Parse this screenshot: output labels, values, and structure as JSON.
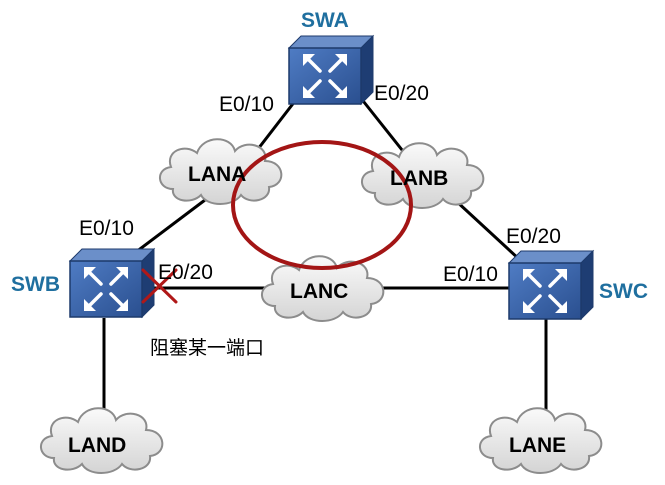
{
  "colors": {
    "switch_label": "#1f6f9f",
    "loop_ring": "#a31515",
    "block_mark": "#b01818",
    "link": "#000000",
    "switch_body": "#2d4f8c",
    "switch_face": "#3a63a8",
    "cloud_fill": "#e6e6e6",
    "cloud_stroke": "#8c8c8c"
  },
  "switches": {
    "swa": {
      "label": "SWA",
      "icon": "switch-icon"
    },
    "swb": {
      "label": "SWB",
      "icon": "switch-icon"
    },
    "swc": {
      "label": "SWC",
      "icon": "switch-icon"
    }
  },
  "lans": {
    "lana": "LANA",
    "lanb": "LANB",
    "lanc": "LANC",
    "land": "LAND",
    "lane": "LANE"
  },
  "ports": {
    "swa_left": "E0/10",
    "swa_right": "E0/20",
    "swb_top": "E0/10",
    "swb_right": "E0/20",
    "swc_top": "E0/20",
    "swc_left": "E0/10"
  },
  "annotation": {
    "blocked_port_note": "阻塞某一端口",
    "block_icon": "x-mark-icon",
    "loop_icon": "loop-ring"
  }
}
